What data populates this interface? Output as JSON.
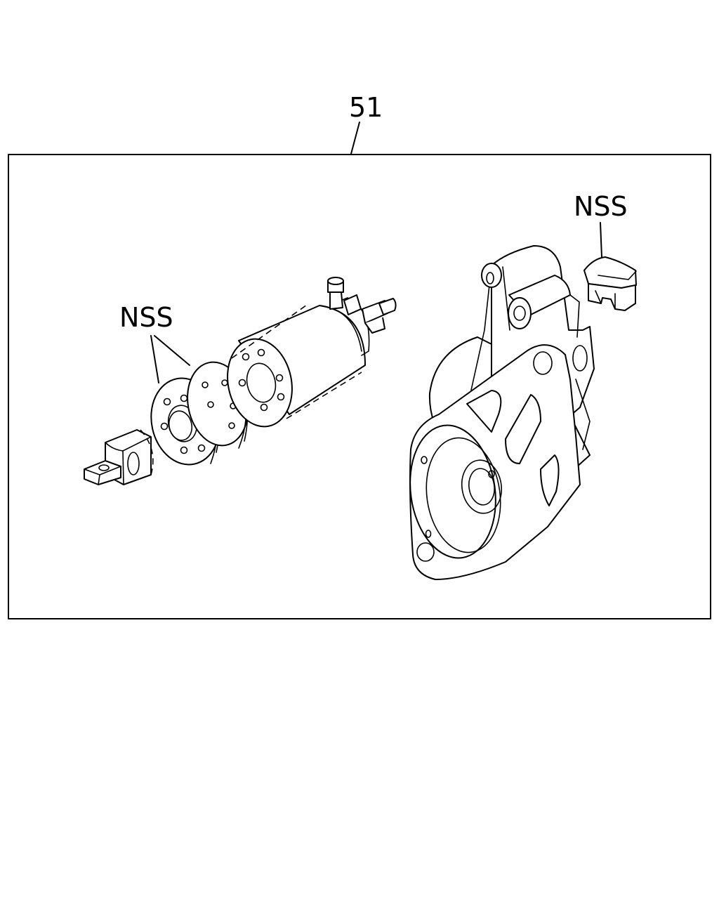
{
  "callouts": {
    "assembly_number": "51",
    "nss_left": "NSS",
    "nss_right": "NSS"
  }
}
